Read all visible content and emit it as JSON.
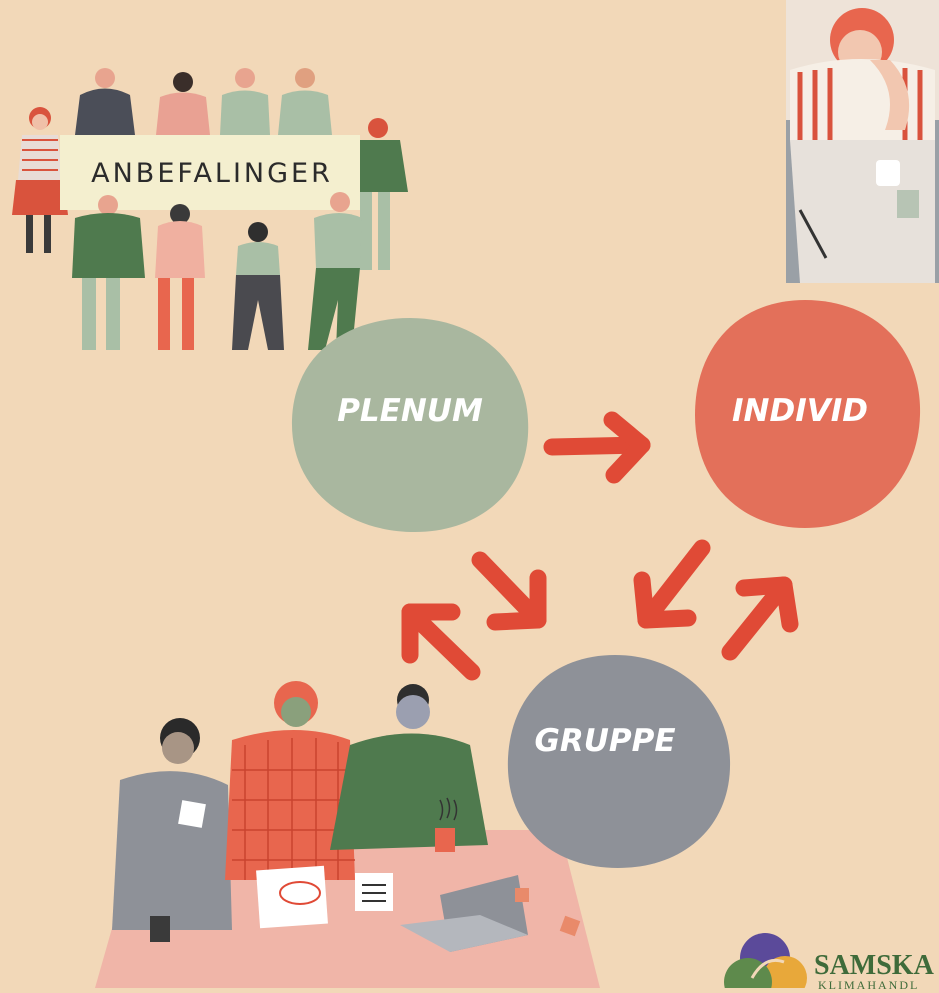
{
  "nodes": {
    "plenum": "PLENUM",
    "individ": "INDIVID",
    "gruppe": "GRUPPE"
  },
  "banner": {
    "text": "ANBEFALINGER"
  },
  "logo": {
    "name": "SAMSKA",
    "sub": "KLIMAHANDL"
  },
  "edges": [
    {
      "from": "PLENUM",
      "to": "INDIVID",
      "direction": "one-way"
    },
    {
      "from": "PLENUM",
      "to": "GRUPPE",
      "direction": "two-way"
    },
    {
      "from": "INDIVID",
      "to": "GRUPPE",
      "direction": "two-way"
    }
  ],
  "colors": {
    "background": "#f2d8b8",
    "plenum": "#a9b79f",
    "individ": "#e3705a",
    "gruppe": "#8e9198",
    "arrow": "#e04a36"
  }
}
